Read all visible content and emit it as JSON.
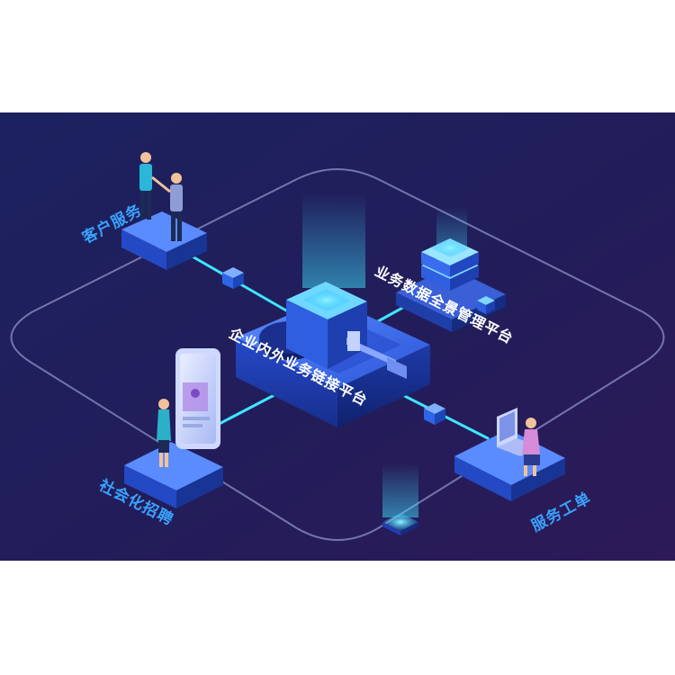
{
  "diagram": {
    "center_node": {
      "label": "企业内外业务链接平台"
    },
    "nodes": [
      {
        "id": "customer",
        "label": "客户服务"
      },
      {
        "id": "data",
        "label": "业务数据全景管理平台"
      },
      {
        "id": "recruit",
        "label": "社会化招聘"
      },
      {
        "id": "ticket",
        "label": "服务工单"
      }
    ]
  },
  "colors": {
    "background_top": "#1b1e57",
    "background_bottom": "#2c1a55",
    "accent_cyan": "#3fe6ff",
    "label_blue": "#3aa3ff",
    "platform_blue": "#2f66e8"
  }
}
